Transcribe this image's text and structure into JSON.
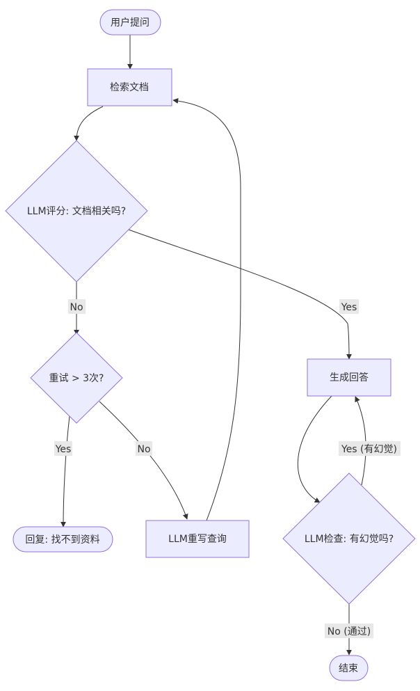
{
  "colors": {
    "node_fill": "#ececff",
    "node_stroke": "#9370db",
    "edge": "#333333",
    "label_bg": "#e8e8e8",
    "text": "#333333"
  },
  "nodes": {
    "user_question": {
      "label": "用户提问",
      "shape": "stadium"
    },
    "retrieve_docs": {
      "label": "检索文档",
      "shape": "rect"
    },
    "relevance_check": {
      "label": "LLM评分: 文档相关吗?",
      "shape": "diamond"
    },
    "retry_check": {
      "label": "重试 > 3次?",
      "shape": "diamond"
    },
    "generate_answer": {
      "label": "生成回答",
      "shape": "rect"
    },
    "reply_not_found": {
      "label": "回复: 找不到资料",
      "shape": "stadium"
    },
    "rewrite_query": {
      "label": "LLM重写查询",
      "shape": "rect"
    },
    "hallucination_check": {
      "label": "LLM检查: 有幻觉吗?",
      "shape": "diamond"
    },
    "end": {
      "label": "结束",
      "shape": "stadium"
    }
  },
  "edges": {
    "relevance_no": "No",
    "relevance_yes": "Yes",
    "retry_yes": "Yes",
    "retry_no": "No",
    "hallucination_yes": "Yes (有幻觉)",
    "hallucination_no": "No (通过)"
  }
}
